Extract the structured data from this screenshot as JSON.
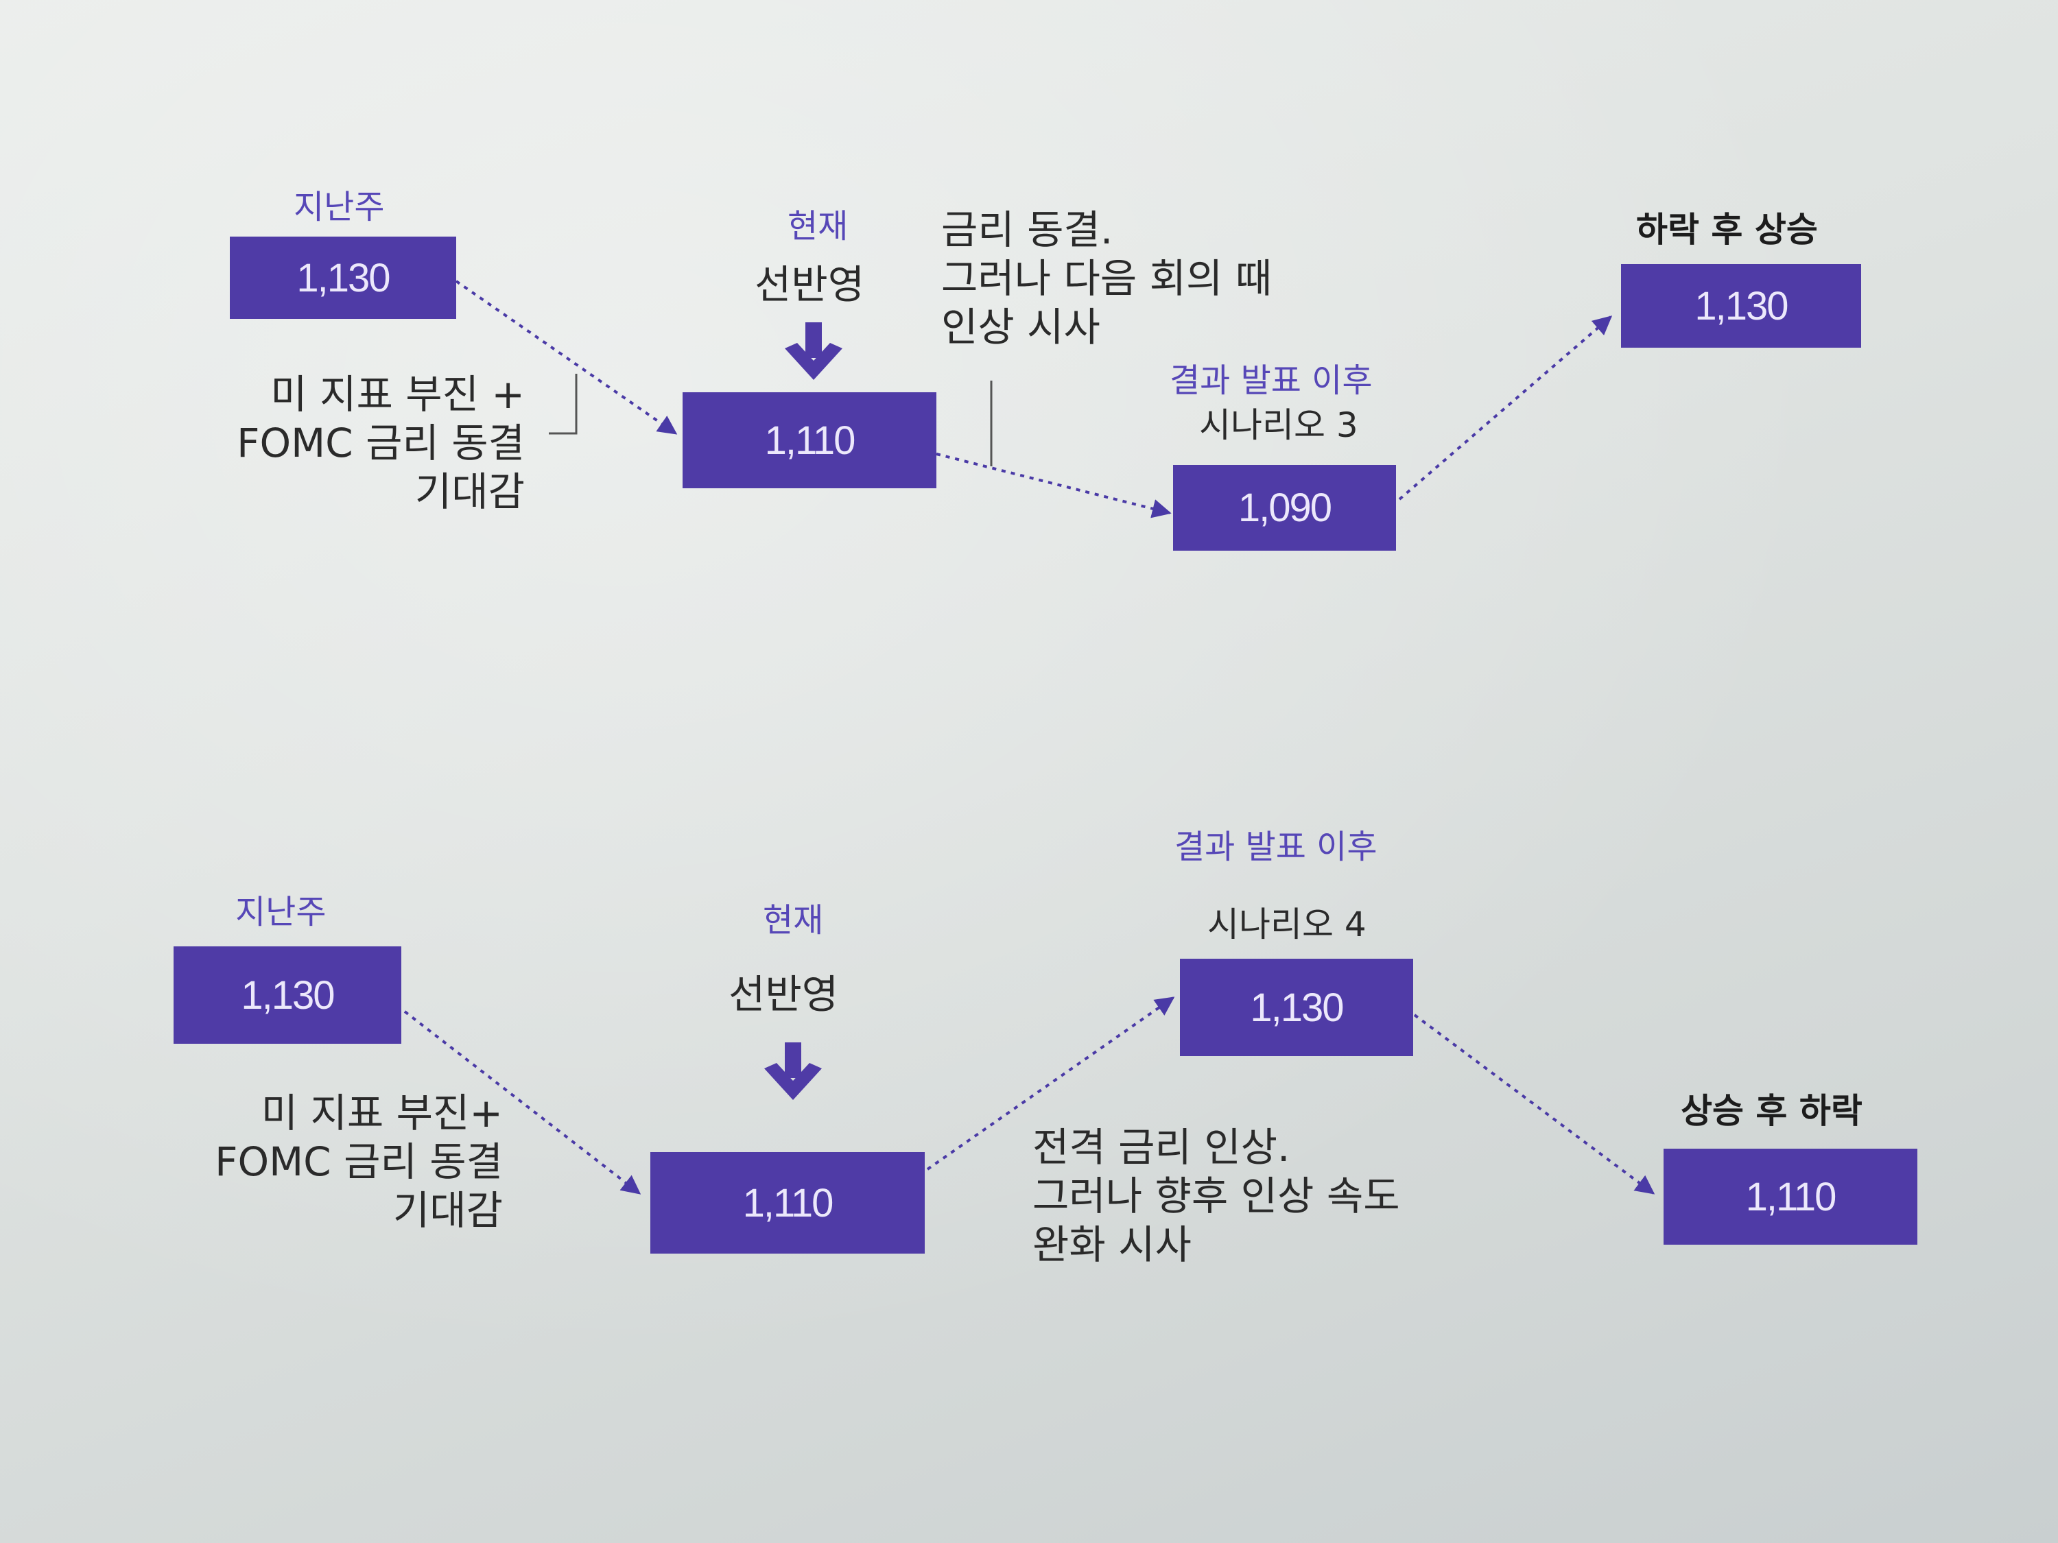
{
  "scenario3": {
    "last_week_label": "지난주",
    "last_week_value": "1,130",
    "cause_lines": [
      "미 지표 부진 +",
      "FOMC 금리 동결",
      "기대감"
    ],
    "now_label": "현재",
    "priced_in_label": "선반영",
    "now_value": "1,110",
    "event_lines": [
      "금리 동결.",
      "그러나 다음 회의 때",
      "인상 시사"
    ],
    "after_label": "결과 발표 이후",
    "scenario_name": "시나리오 3",
    "after_value": "1,090",
    "outcome_label": "하락 후 상승",
    "outcome_value": "1,130"
  },
  "scenario4": {
    "last_week_label": "지난주",
    "last_week_value": "1,130",
    "cause_lines": [
      "미 지표 부진+",
      "FOMC 금리 동결",
      "기대감"
    ],
    "now_label": "현재",
    "priced_in_label": "선반영",
    "now_value": "1,110",
    "event_lines": [
      "전격 금리 인상.",
      "그러나 향후 인상 속도",
      "완화 시사"
    ],
    "after_label": "결과 발표 이후",
    "scenario_name": "시나리오 4",
    "after_value": "1,130",
    "outcome_label": "상승 후 하락",
    "outcome_value": "1,110"
  },
  "colors": {
    "box": "#4f3ba6",
    "label_accent": "#5647b7",
    "arrow": "#4a3aa6"
  }
}
